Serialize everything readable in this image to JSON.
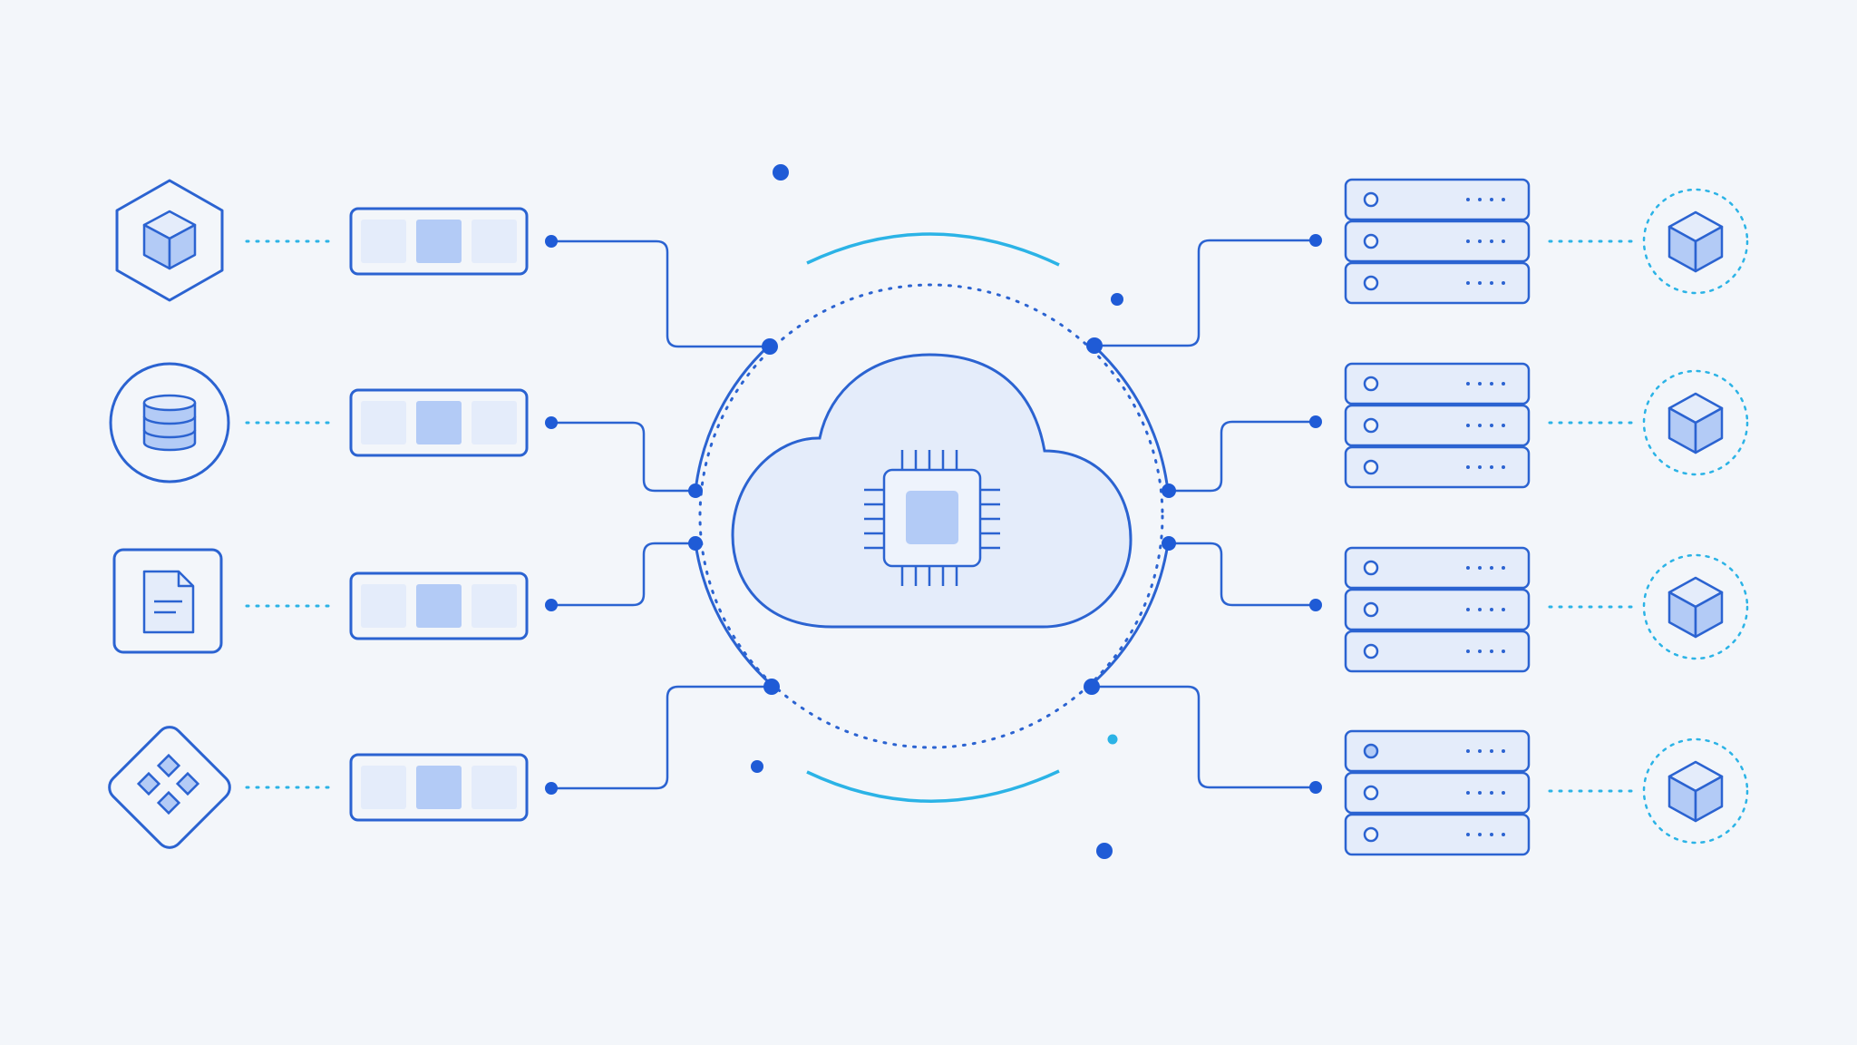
{
  "diagram": {
    "colors": {
      "background": "#f3f6fa",
      "stroke": "#2b63d1",
      "dot": "#1f5bd6",
      "fill_light": "#e4ecfa",
      "fill_mid": "#b3cbf6",
      "accent": "#2bb3e6"
    },
    "center": {
      "name": "cloud-hub",
      "icons": [
        "cloud-icon",
        "cpu-chip-icon"
      ]
    },
    "sources": [
      {
        "name": "source-cube-hexagon",
        "icon": "cube-icon",
        "frame": "hexagon"
      },
      {
        "name": "source-database-circle",
        "icon": "database-icon",
        "frame": "circle"
      },
      {
        "name": "source-document-square",
        "icon": "document-icon",
        "frame": "rounded-square"
      },
      {
        "name": "source-components-diamond",
        "icon": "components-icon",
        "frame": "diamond"
      }
    ],
    "pipelines": [
      {
        "name": "pipeline-block-1",
        "segments": 3,
        "highlighted": 2
      },
      {
        "name": "pipeline-block-2",
        "segments": 3,
        "highlighted": 2
      },
      {
        "name": "pipeline-block-3",
        "segments": 3,
        "highlighted": 2
      },
      {
        "name": "pipeline-block-4",
        "segments": 3,
        "highlighted": 2
      }
    ],
    "servers": [
      {
        "name": "server-stack-1",
        "units": 3
      },
      {
        "name": "server-stack-2",
        "units": 3
      },
      {
        "name": "server-stack-3",
        "units": 3
      },
      {
        "name": "server-stack-4",
        "units": 3
      }
    ],
    "nodes": [
      {
        "name": "node-cube-1",
        "icon": "cube-icon"
      },
      {
        "name": "node-cube-2",
        "icon": "cube-icon"
      },
      {
        "name": "node-cube-3",
        "icon": "cube-icon"
      },
      {
        "name": "node-cube-4",
        "icon": "cube-icon"
      }
    ]
  }
}
